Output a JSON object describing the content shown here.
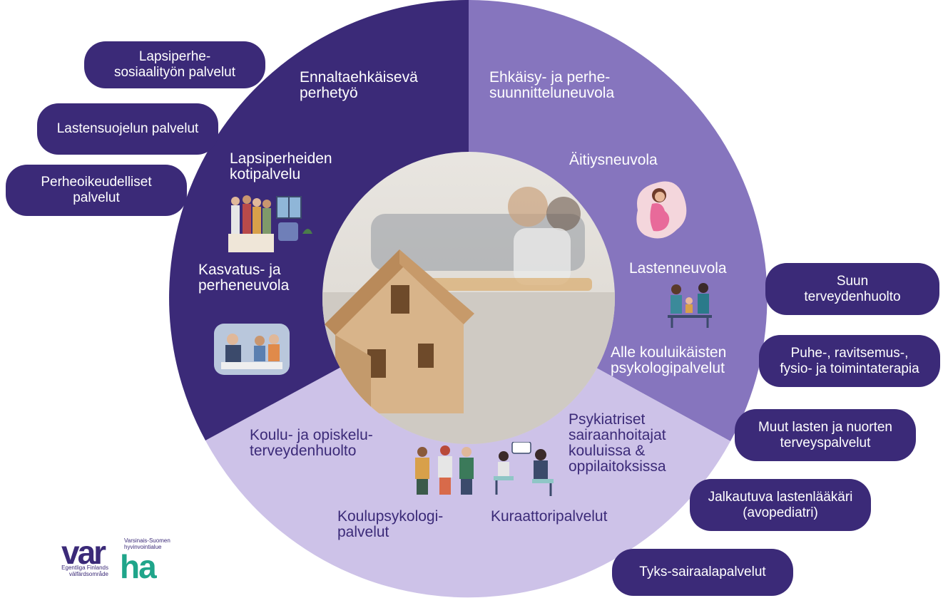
{
  "segments": {
    "left": {
      "ennaltaehkaiseva": "Ennaltaehkäisevä\nperhetyö",
      "kotipalvelu": "Lapsiperheiden\nkotipalvelu",
      "kasvatus": "Kasvatus- ja\nperheneuvola"
    },
    "right": {
      "ehkaisy": "Ehkäisy- ja perhe-\nsuunnitteluneuvola",
      "aitiys": "Äitiysneuvola",
      "lasten": "Lastenneuvola",
      "psykologi": "Alle kouluikäisten\npsykologipalvelut"
    },
    "bottom": {
      "koulu": "Koulu- ja opiskelu-\nterveydenhuolto",
      "psykiatriset": "Psykiatriset\nsairaanhoitajat\nkouluissa &\noppilaitoksissa",
      "koulupsykologi": "Koulupsykologi-\npalvelut",
      "kuraattori": "Kuraattoripalvelut"
    }
  },
  "pills_left": [
    "Lapsiperhe-\nsosiaalityön palvelut",
    "Lastensuojelun palvelut",
    "Perheoikeudelliset\npalvelut"
  ],
  "pills_right": [
    "Suun\nterveydenhuolto",
    "Puhe-, ravitsemus-,\nfysio- ja toimintaterapia",
    "Muut lasten ja nuorten\nterveyspalvelut",
    "Jalkautuva lastenlääkäri\n(avopediatri)",
    "Tyks-sairaalapalvelut"
  ],
  "logo": {
    "var": "var",
    "ha": "ha",
    "fi": "Varsinais-Suomen\nhyvinvointialue",
    "sv": "Egentliga Finlands\nvälfärdsområde"
  },
  "colors": {
    "dark_purple": "#3b2a78",
    "mid_purple": "#8675be",
    "light_purple": "#cdc2e8",
    "logo_green": "#1fa58a"
  },
  "icons": [
    "family-group-icon",
    "counseling-meeting-icon",
    "pregnant-woman-icon",
    "child-clinic-icon",
    "students-icon",
    "conversation-icon",
    "house-photo"
  ]
}
